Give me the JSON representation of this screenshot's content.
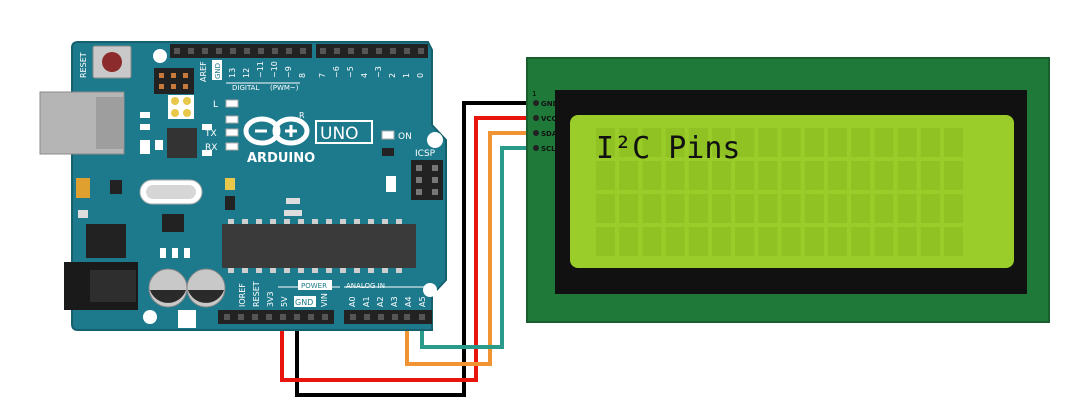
{
  "arduino": {
    "reset_label": "RESET",
    "aref_label": "AREF",
    "gnd_top_label": "GND",
    "digital_pins": [
      "13",
      "12",
      "~11",
      "~10",
      "~9",
      "8",
      "7",
      "~6",
      "~5",
      "4",
      "~3",
      "2",
      "1",
      "0"
    ],
    "digital_label": "DIGITAL",
    "pwm_label": "(PWM~)",
    "led_l": "L",
    "led_tx": "TX",
    "led_rx": "RX",
    "brand": "ARDUINO",
    "model": "UNO",
    "registered": "R",
    "on_label": "ON",
    "icsp_label": "ICSP",
    "power_label": "POWER",
    "analog_label": "ANALOG IN",
    "power_pins": [
      "IOREF",
      "RESET",
      "3V3",
      "5V",
      "GND",
      "VIN"
    ],
    "analog_pins": [
      "A0",
      "A1",
      "A2",
      "A3",
      "A4",
      "A5"
    ],
    "colors": {
      "board": "#1d7a8c",
      "board_edge": "#16606e"
    }
  },
  "lcd": {
    "pin_number": "1",
    "pins": [
      "GND",
      "VCC",
      "SDA",
      "SCL"
    ],
    "display_line1": "I²C Pins",
    "colors": {
      "pcb": "#1f7a3a",
      "bezel": "#111111",
      "screen": "#9acd2a"
    }
  },
  "wires": {
    "colors": {
      "gnd": "#000000",
      "vcc": "#e8140e",
      "sda": "#f09433",
      "scl": "#2a9a8a"
    }
  }
}
